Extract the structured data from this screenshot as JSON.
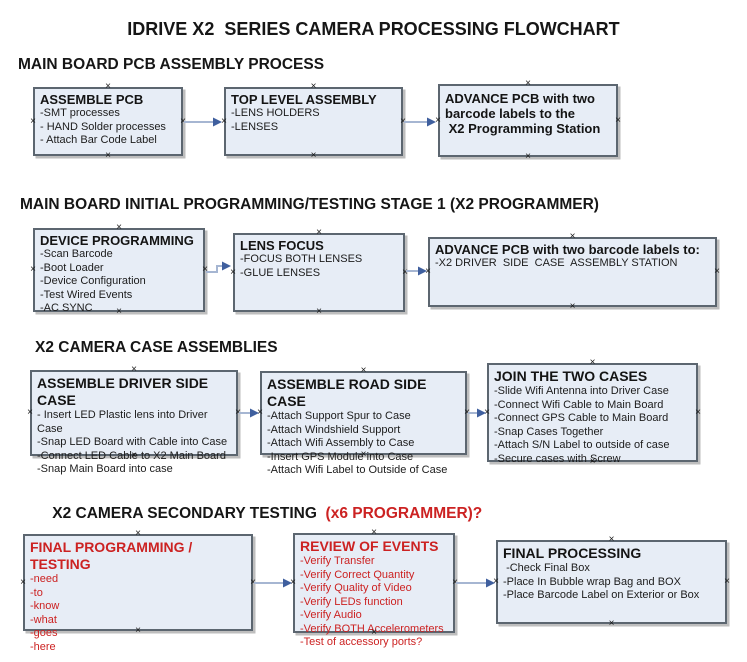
{
  "title": "IDRIVE X2  SERIES CAMERA PROCESSING FLOWCHART",
  "colors": {
    "box-fill": "#e7edf6",
    "box-border": "#5c6670",
    "arrow-line": "#a6b6d2",
    "arrow-head": "#3f5f9e",
    "red": "#cc2222"
  },
  "connection_marker_glyph": "×",
  "sections": [
    {
      "heading": "MAIN BOARD PCB ASSEMBLY PROCESS",
      "boxes": [
        {
          "title": "ASSEMBLE PCB",
          "items": [
            "-SMT processes",
            "- HAND Solder processes",
            "- Attach Bar Code Label"
          ]
        },
        {
          "title": "TOP LEVEL ASSEMBLY",
          "items": [
            "-LENS HOLDERS",
            "-LENSES"
          ]
        },
        {
          "title": "ADVANCE PCB with two\nbarcode labels to the\n X2 Programming Station",
          "items": []
        }
      ]
    },
    {
      "heading": "MAIN BOARD INITIAL PROGRAMMING/TESTING STAGE 1 (X2 PROGRAMMER)",
      "boxes": [
        {
          "title": "DEVICE PROGRAMMING",
          "items": [
            "-Scan Barcode",
            "-Boot Loader",
            "-Device Configuration",
            "-Test Wired Events",
            "-AC SYNC"
          ]
        },
        {
          "title": "LENS FOCUS",
          "items": [
            "-FOCUS BOTH LENSES",
            "-GLUE LENSES"
          ]
        },
        {
          "title": "ADVANCE PCB with two barcode labels to:",
          "items": [
            "-X2 DRIVER  SIDE  CASE  ASSEMBLY STATION"
          ]
        }
      ]
    },
    {
      "heading": "X2 CAMERA CASE ASSEMBLIES",
      "boxes": [
        {
          "title": "ASSEMBLE DRIVER SIDE CASE",
          "items": [
            "- Insert LED Plastic lens into Driver Case",
            "-Snap LED Board with Cable into Case",
            "-Connect LED Cable to X2 Main Board",
            "-Snap Main Board into case"
          ]
        },
        {
          "title": "ASSEMBLE ROAD SIDE CASE",
          "items": [
            "-Attach Support Spur to Case",
            "-Attach Windshield Support",
            "-Attach Wifi Assembly to Case",
            "-Insert GPS Module into Case",
            "-Attach Wifi Label to Outside of Case"
          ]
        },
        {
          "title": "JOIN THE TWO CASES",
          "items": [
            "-Slide Wifi Antenna into Driver Case",
            "-Connect Wifi Cable to Main Board",
            "-Connect GPS Cable to Main Board",
            "-Snap Cases Together",
            "-Attach S/N Label to outside of case",
            "-Secure cases with Screw"
          ]
        }
      ]
    },
    {
      "heading": "X2 CAMERA SECONDARY TESTING ",
      "heading_red": " (x6 PROGRAMMER)?",
      "boxes": [
        {
          "title": "FINAL PROGRAMMING / TESTING",
          "color": "red",
          "items": [
            "-need",
            "-to",
            "-know",
            "-what",
            "-goes",
            "-here"
          ]
        },
        {
          "title": "REVIEW OF EVENTS",
          "color": "red",
          "items": [
            "-Verify Transfer",
            "-Verify Correct Quantity",
            "-Verify Quality of Video",
            "-Verify LEDs function",
            "-Verify Audio",
            "-Verify BOTH Accelerometers",
            "-Test of accessory ports?"
          ]
        },
        {
          "title": "FINAL PROCESSING",
          "items": [
            " -Check Final Box",
            "-Place In Bubble wrap Bag and BOX",
            "-Place Barcode Label on Exterior or Box"
          ]
        }
      ]
    }
  ]
}
